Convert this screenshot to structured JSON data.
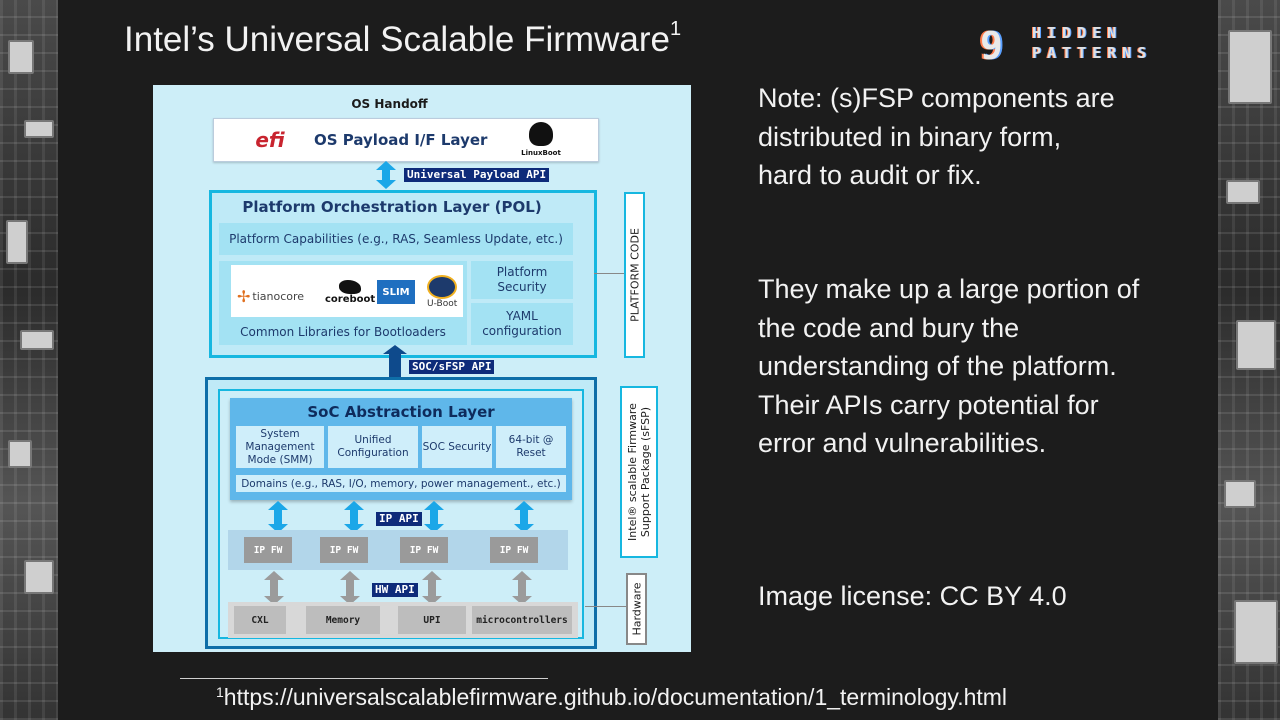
{
  "slide": {
    "title": "Intel’s Universal Scalable Firmware",
    "title_sup": "1",
    "notes": [
      "Note: (s)FSP components are distributed in binary form, hard to audit or fix.",
      "They make up a large portion of the code and bury the understanding of the platform.",
      "Their APIs carry potential for error and vulnerabilities.",
      "Image license: CC BY 4.0"
    ],
    "footnote_sup": "1",
    "footnote_url": "https://universalscalablefirmware.github.io/documentation/1_terminology.html"
  },
  "logo": {
    "glyph": "9",
    "word1": "HIDDEN",
    "word2": "PATTERNS",
    "name": "hidden-patterns-logo"
  },
  "diagram": {
    "os_handoff": "OS Handoff",
    "os_payload_layer": "OS Payload I/F Layer",
    "efi_icon_text": "efi",
    "linuxboot_label": "LinuxBoot",
    "universal_payload_api": "Universal Payload API",
    "pol_title": "Platform Orchestration Layer (POL)",
    "platform_capabilities": "Platform Capabilities (e.g., RAS, Seamless Update, etc.)",
    "bootloader_logos": {
      "tianocore": "tianocore",
      "coreboot": "coreboot",
      "slimbootloader": "SLIM",
      "uboot": "U-Boot"
    },
    "common_libraries": "Common Libraries for Bootloaders",
    "platform_security": "Platform Security",
    "yaml_configuration": "YAML configuration",
    "platform_code": "PLATFORM CODE",
    "soc_sfsp_api": "SOC/sFSP API",
    "soc_abstraction_layer": "SoC Abstraction Layer",
    "soc_cells": [
      "System Management Mode (SMM)",
      "Unified Configuration",
      "SOC Security",
      "64-bit @ Reset"
    ],
    "domains": "Domains (e.g., RAS, I/O, memory, power management., etc.)",
    "ip_api": "IP API",
    "ip_fw": [
      "IP FW",
      "IP FW",
      "IP FW",
      "IP FW"
    ],
    "hw_api": "HW API",
    "hw_items": [
      "CXL",
      "Memory",
      "UPI",
      "microcontrollers"
    ],
    "fsp_label_line1": "Intel® scalable Firmware",
    "fsp_label_line2": "Support Package (sFSP)",
    "hardware": "Hardware"
  },
  "colors": {
    "slide_bg": "#1c1c1c",
    "text": "#f2f2f2",
    "diagram_bg": "#cdeef8",
    "accent_cyan": "#16b7e0",
    "api_tag": "#0e2b7a",
    "arrow_blue": "#1ba7e8"
  }
}
